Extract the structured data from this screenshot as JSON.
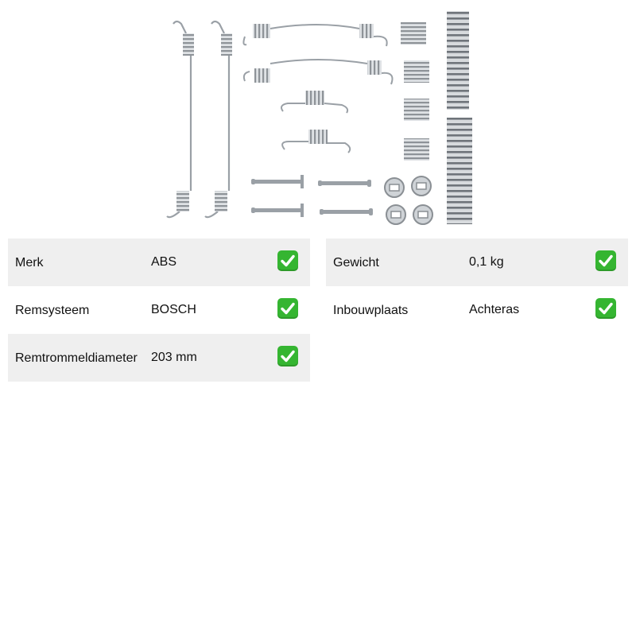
{
  "product": {
    "image_icon": "brake-spring-kit-image"
  },
  "specs": {
    "left": [
      {
        "label": "Merk",
        "value": "ABS",
        "check_icon": "check-mark-icon"
      },
      {
        "label": "Remsysteem",
        "value": "BOSCH",
        "check_icon": "check-mark-icon"
      },
      {
        "label": "Remtrommeldiameter",
        "value": "203 mm",
        "check_icon": "check-mark-icon"
      }
    ],
    "right": [
      {
        "label": "Gewicht",
        "value": "0,1 kg",
        "check_icon": "check-mark-icon"
      },
      {
        "label": "Inbouwplaats",
        "value": "Achteras",
        "check_icon": "check-mark-icon"
      }
    ]
  },
  "colors": {
    "row_shade": "#efefef",
    "check_green": "#35b531",
    "metal": "#8a8f94"
  }
}
